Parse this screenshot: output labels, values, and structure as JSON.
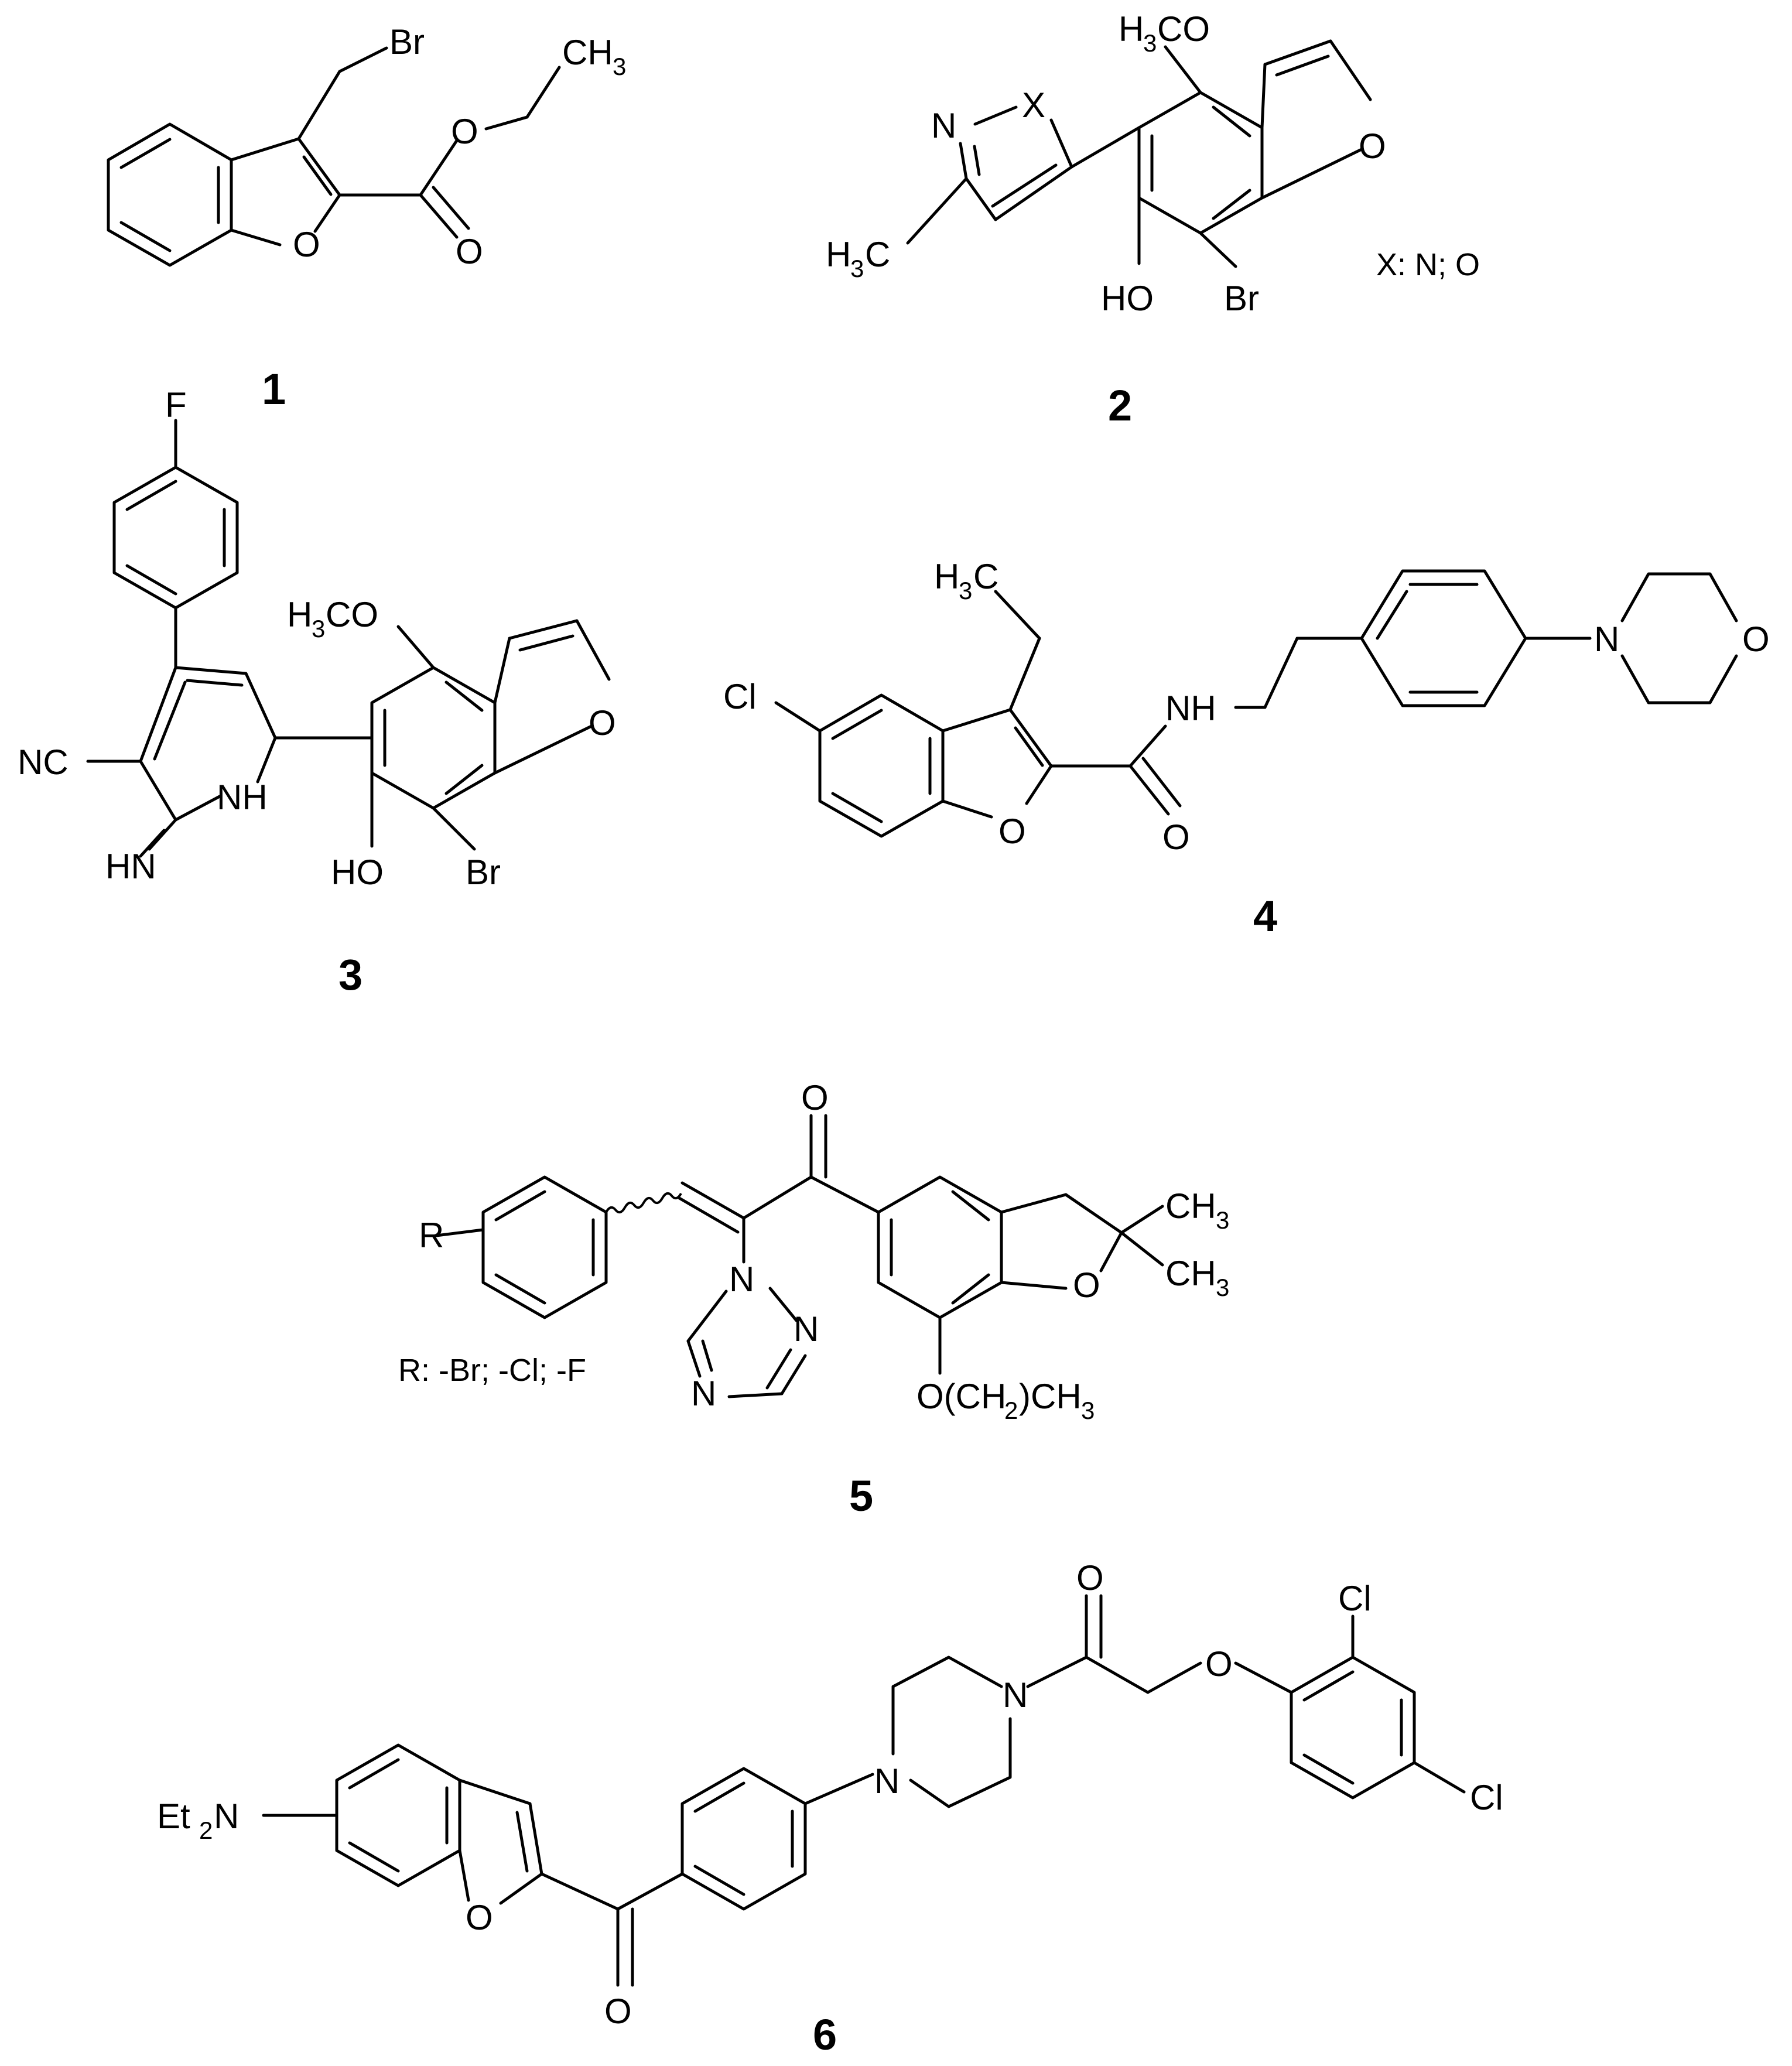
{
  "figure": {
    "compound_labels": [
      "1",
      "2",
      "3",
      "4",
      "5",
      "6"
    ],
    "atoms": {
      "br": "Br",
      "ch": "CH",
      "three": "3",
      "o": "O",
      "n": "N",
      "x": "X",
      "hch3_h": "H",
      "hch3_c": "C",
      "h3co_h": "H",
      "h3co_co": "CO",
      "ho": "HO",
      "f": "F",
      "nc": "NC",
      "nh": "NH",
      "hn": "HN",
      "cl": "Cl",
      "r": "R",
      "och2_a": "O(CH",
      "och2_b": ")",
      "two": "2",
      "et": "Et",
      "etn": "N"
    },
    "notes": {
      "x_note": "X: N; O",
      "r_note": "R: -Br; -Cl; -F"
    }
  }
}
